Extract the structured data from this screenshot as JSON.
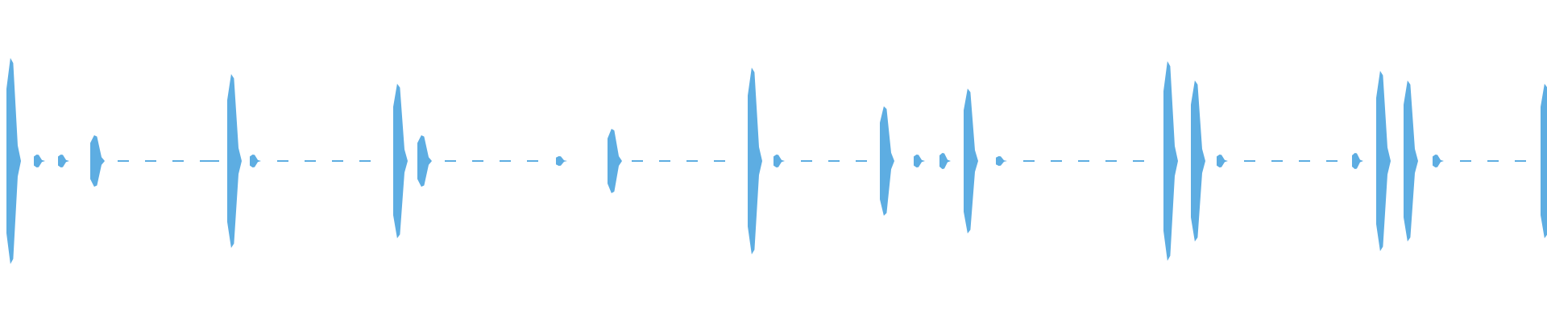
{
  "waveform": {
    "color": "#5DADE2",
    "baseline_color": "#5DADE2",
    "duration_note": "",
    "events": [
      {
        "type": "burst",
        "amplitude": 0.64
      },
      {
        "type": "tick",
        "amplitude": 0.04
      },
      {
        "type": "tick",
        "amplitude": 0.04
      },
      {
        "type": "burst",
        "amplitude": 0.16
      },
      {
        "type": "dash"
      },
      {
        "type": "dash"
      },
      {
        "type": "dash"
      },
      {
        "type": "dash"
      },
      {
        "type": "dash"
      },
      {
        "type": "burst",
        "amplitude": 0.54
      },
      {
        "type": "tick",
        "amplitude": 0.04
      },
      {
        "type": "dash"
      },
      {
        "type": "dash"
      },
      {
        "type": "dash"
      },
      {
        "type": "dash"
      },
      {
        "type": "burst",
        "amplitude": 0.48
      },
      {
        "type": "burst",
        "amplitude": 0.16
      },
      {
        "type": "dash"
      },
      {
        "type": "dash"
      },
      {
        "type": "dash"
      },
      {
        "type": "dash"
      },
      {
        "type": "tick",
        "amplitude": 0.03
      },
      {
        "type": "burst",
        "amplitude": 0.2
      },
      {
        "type": "dash"
      },
      {
        "type": "dash"
      },
      {
        "type": "dash"
      },
      {
        "type": "dash"
      },
      {
        "type": "burst",
        "amplitude": 0.58
      },
      {
        "type": "tick",
        "amplitude": 0.04
      },
      {
        "type": "dash"
      },
      {
        "type": "dash"
      },
      {
        "type": "dash"
      },
      {
        "type": "burst",
        "amplitude": 0.34
      },
      {
        "type": "tick",
        "amplitude": 0.04
      },
      {
        "type": "tick",
        "amplitude": 0.05
      },
      {
        "type": "burst",
        "amplitude": 0.45
      },
      {
        "type": "tick",
        "amplitude": 0.03
      },
      {
        "type": "dash"
      },
      {
        "type": "dash"
      },
      {
        "type": "dash"
      },
      {
        "type": "dash"
      },
      {
        "type": "dash"
      },
      {
        "type": "burst",
        "amplitude": 0.62
      },
      {
        "type": "burst",
        "amplitude": 0.5
      },
      {
        "type": "tick",
        "amplitude": 0.04
      },
      {
        "type": "dash"
      },
      {
        "type": "dash"
      },
      {
        "type": "dash"
      },
      {
        "type": "dash"
      },
      {
        "type": "tick",
        "amplitude": 0.05
      },
      {
        "type": "burst",
        "amplitude": 0.56
      },
      {
        "type": "burst",
        "amplitude": 0.5
      },
      {
        "type": "tick",
        "amplitude": 0.04
      },
      {
        "type": "dash"
      },
      {
        "type": "dash"
      },
      {
        "type": "dash"
      },
      {
        "type": "burst",
        "amplitude": 0.48
      }
    ]
  }
}
